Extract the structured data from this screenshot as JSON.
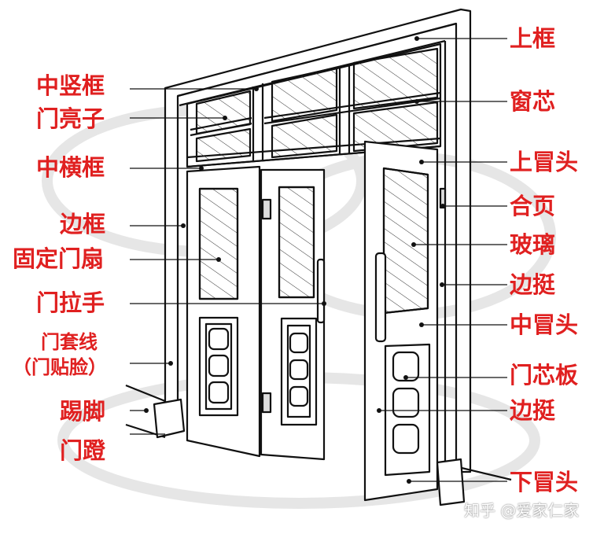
{
  "labels_left": {
    "zhong_shu_kuang": "中竖框",
    "men_liang_zi": "门亮子",
    "zhong_heng_kuang": "中横框",
    "bian_kuang": "边框",
    "gu_ding_men_shan": "固定门扇",
    "men_la_shou": "门拉手",
    "men_tao_xian": "门套线",
    "men_tie_lian": "（门贴脸）",
    "ti_jiao": "踢脚",
    "men_deng": "门蹬"
  },
  "labels_right": {
    "shang_kuang": "上框",
    "chuang_xin": "窗芯",
    "shang_mao_tou": "上冒头",
    "he_ye": "合页",
    "bo_li": "玻璃",
    "bian_ting_1": "边挺",
    "zhong_mao_tou": "中冒头",
    "men_xin_ban": "门芯板",
    "bian_ting_2": "边挺",
    "xia_mao_tou": "下冒头"
  },
  "watermark": "知乎 @爱家仁家",
  "colors": {
    "label": "#e02020",
    "line": "#111111"
  }
}
